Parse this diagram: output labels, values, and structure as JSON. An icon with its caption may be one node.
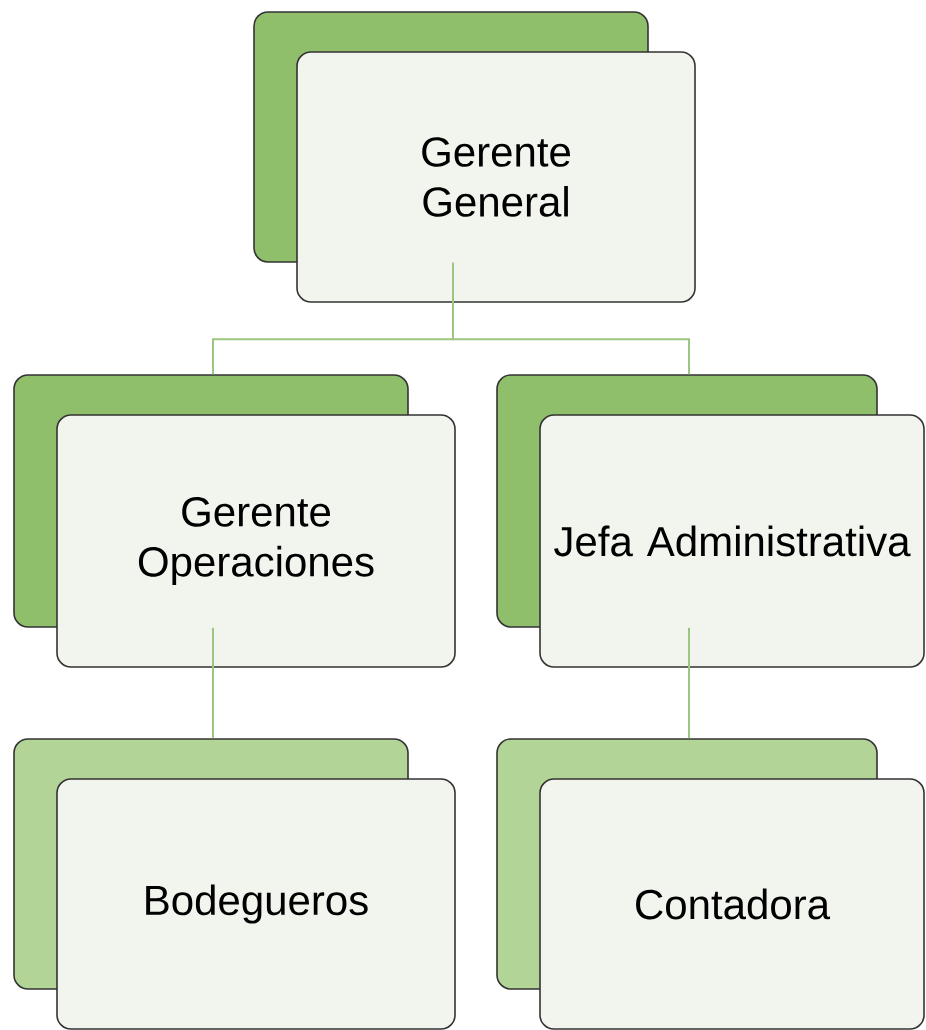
{
  "diagram": {
    "nodes": [
      {
        "text": [
          "Gerente General"
        ]
      },
      {
        "text": [
          "Gerente Operaciones"
        ]
      },
      {
        "text": [
          "Jefa Administrativa"
        ]
      },
      {
        "text": [
          "Bodegueros"
        ]
      },
      {
        "text": [
          "Contadora"
        ]
      }
    ],
    "edges": [
      {
        "from": 0,
        "to": 1,
        "arrow": "none"
      },
      {
        "from": 0,
        "to": 2,
        "arrow": "none"
      },
      {
        "from": 1,
        "to": 3,
        "arrow": "none"
      },
      {
        "from": 2,
        "to": 4,
        "arrow": "none"
      }
    ]
  }
}
